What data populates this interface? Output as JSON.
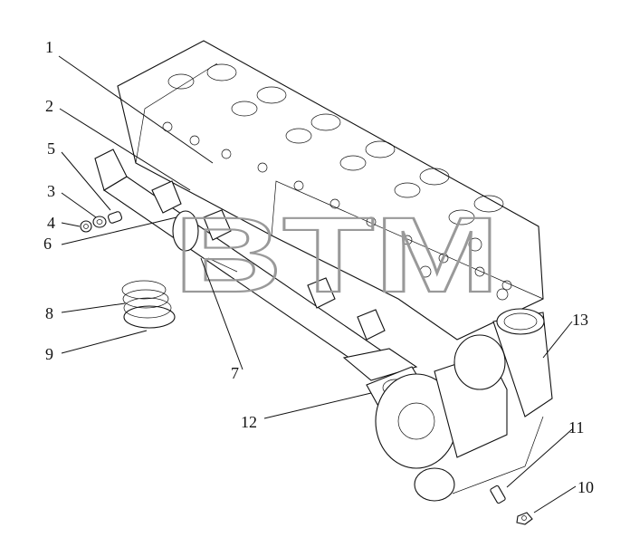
{
  "watermark": "BTM",
  "callouts": [
    "1",
    "2",
    "3",
    "4",
    "5",
    "6",
    "7",
    "8",
    "9",
    "10",
    "11",
    "12",
    "13"
  ]
}
